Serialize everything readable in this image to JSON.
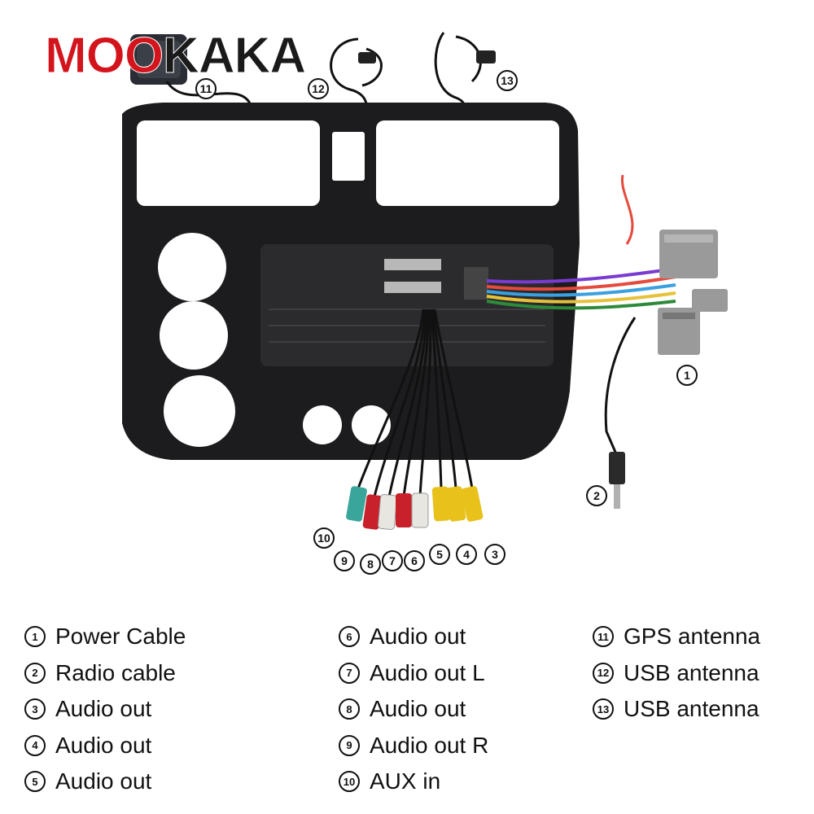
{
  "brand": {
    "part1": "MOO",
    "part2": "KAKA"
  },
  "callouts": [
    {
      "num": "1",
      "name": "callout-1"
    },
    {
      "num": "2",
      "name": "callout-2"
    },
    {
      "num": "3",
      "name": "callout-3"
    },
    {
      "num": "4",
      "name": "callout-4"
    },
    {
      "num": "5",
      "name": "callout-5"
    },
    {
      "num": "6",
      "name": "callout-6"
    },
    {
      "num": "7",
      "name": "callout-7"
    },
    {
      "num": "8",
      "name": "callout-8"
    },
    {
      "num": "9",
      "name": "callout-9"
    },
    {
      "num": "10",
      "name": "callout-10"
    },
    {
      "num": "11",
      "name": "callout-11"
    },
    {
      "num": "12",
      "name": "callout-12"
    },
    {
      "num": "13",
      "name": "callout-13"
    }
  ],
  "legend": {
    "col1": [
      {
        "num": "1",
        "label": "Power Cable"
      },
      {
        "num": "2",
        "label": "Radio cable"
      },
      {
        "num": "3",
        "label": "Audio out"
      },
      {
        "num": "4",
        "label": "Audio out"
      },
      {
        "num": "5",
        "label": "Audio out"
      }
    ],
    "col2": [
      {
        "num": "6",
        "label": "Audio out"
      },
      {
        "num": "7",
        "label": "Audio out L"
      },
      {
        "num": "8",
        "label": "Audio out"
      },
      {
        "num": "9",
        "label": "Audio out R"
      },
      {
        "num": "10",
        "label": "AUX in"
      }
    ],
    "col3": [
      {
        "num": "11",
        "label": "GPS antenna"
      },
      {
        "num": "12",
        "label": "USB antenna"
      },
      {
        "num": "13",
        "label": "USB antenna"
      }
    ]
  },
  "colors": {
    "panel": "#1c1c1e",
    "rca_red": "#c8212b",
    "rca_white": "#e8e6e0",
    "rca_yellow": "#e8c21a",
    "rca_teal": "#3aa59a",
    "connector_gray": "#9a9a9a",
    "brand_red": "#d4141c"
  }
}
